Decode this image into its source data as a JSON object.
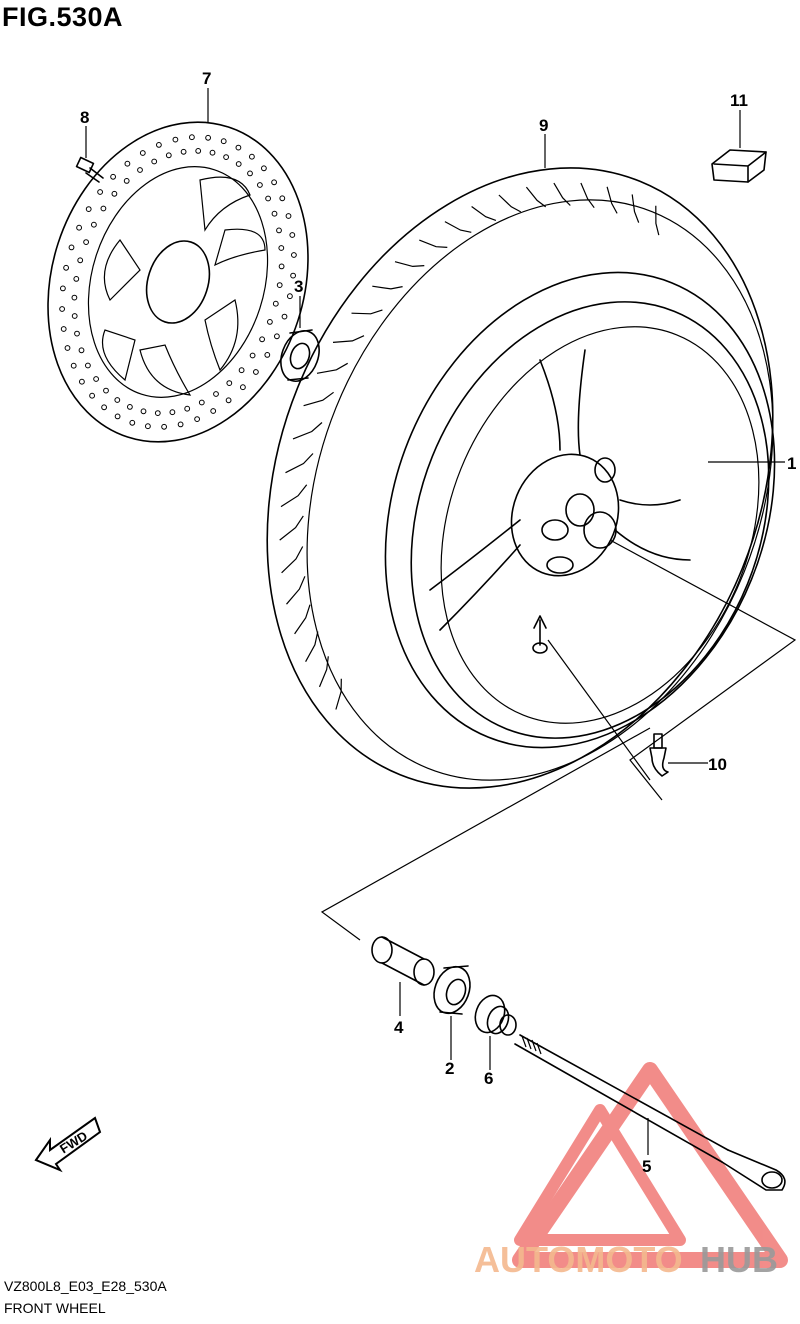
{
  "figure_title": "FIG.530A",
  "footer": {
    "model_code": "VZ800L8_E03_E28_530A",
    "assembly_name": "FRONT WHEEL"
  },
  "fwd_arrow_label": "FWD",
  "callouts": [
    "1",
    "2",
    "3",
    "4",
    "5",
    "6",
    "7",
    "8",
    "9",
    "10",
    "11"
  ],
  "watermark": {
    "part1": "AUTOMOTO",
    "part2": "HUB",
    "color_primary": "#f4b98e",
    "color_secondary": "#9a9a9a",
    "triangle_color": "#e8302a"
  }
}
